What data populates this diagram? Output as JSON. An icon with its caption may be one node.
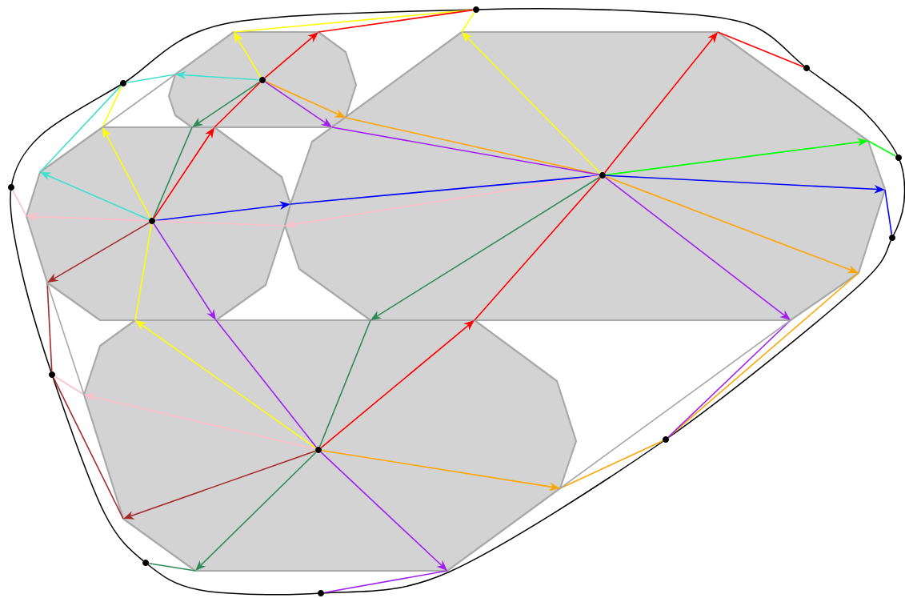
{
  "diagram": {
    "nodes": [
      {
        "text": [],
        "shape": "polygon"
      },
      {
        "text": [],
        "shape": "polygon"
      },
      {
        "text": [],
        "shape": "polygon"
      },
      {
        "text": [],
        "shape": "polygon"
      },
      {
        "text": [],
        "shape": "circle",
        "in": 0
      },
      {
        "text": [],
        "shape": "circle",
        "in": 1
      },
      {
        "text": [],
        "shape": "circle",
        "in": 2
      },
      {
        "text": [],
        "shape": "circle",
        "in": 3
      },
      {
        "text": [],
        "shape": "circle"
      },
      {
        "text": [],
        "shape": "circle"
      },
      {
        "text": [],
        "shape": "circle"
      },
      {
        "text": [],
        "shape": "circle"
      },
      {
        "text": [],
        "shape": "circle"
      },
      {
        "text": [],
        "shape": "circle"
      },
      {
        "text": [],
        "shape": "circle"
      },
      {
        "text": [],
        "shape": "circle"
      },
      {
        "text": [],
        "shape": "circle"
      },
      {
        "text": [],
        "shape": "circle"
      }
    ],
    "edges": [
      {
        "from": 4,
        "to": 0,
        "arrow": "to",
        "color": "#ffff00"
      },
      {
        "from": 8,
        "to": 0,
        "arrow": "none",
        "color": "#ffff00"
      },
      {
        "from": 4,
        "to": 0,
        "arrow": "to",
        "color": "#ff0000"
      },
      {
        "from": 8,
        "to": 0,
        "arrow": "none",
        "color": "#ff0000"
      },
      {
        "from": 4,
        "to": 0,
        "arrow": "to",
        "color": "#40e0d0"
      },
      {
        "from": 17,
        "to": 0,
        "arrow": "none",
        "color": "#40e0d0"
      },
      {
        "from": 4,
        "to": 0,
        "arrow": "to",
        "color": "#ffa500"
      },
      {
        "from": 6,
        "to": 0,
        "arrow": "none",
        "color": "#ffa500"
      },
      {
        "from": 4,
        "to": 0,
        "arrow": "to",
        "color": "#a020f0"
      },
      {
        "from": 6,
        "to": 0,
        "arrow": "none",
        "color": "#a020f0"
      },
      {
        "from": 4,
        "to": 0,
        "arrow": "to",
        "color": "#2e8b57"
      },
      {
        "from": 5,
        "to": 0,
        "arrow": "none",
        "color": "#2e8b57"
      },
      {
        "from": 5,
        "to": 1,
        "arrow": "to",
        "color": "#ff0000"
      },
      {
        "from": 4,
        "to": 1,
        "arrow": "none",
        "color": "#ff0000"
      },
      {
        "from": 5,
        "to": 1,
        "arrow": "to",
        "color": "#40e0d0"
      },
      {
        "from": 17,
        "to": 1,
        "arrow": "none",
        "color": "#40e0d0"
      },
      {
        "from": 5,
        "to": 1,
        "arrow": "to",
        "color": "#ffff00"
      },
      {
        "from": 17,
        "to": 1,
        "arrow": "none",
        "color": "#ffff00"
      },
      {
        "from": 5,
        "to": 2,
        "arrow": "to",
        "color": "#0000ff"
      },
      {
        "from": 6,
        "to": 2,
        "arrow": "none",
        "color": "#0000ff"
      },
      {
        "from": 5,
        "to": 1,
        "arrow": "to",
        "color": "#ffc0cb"
      },
      {
        "from": 16,
        "to": 1,
        "arrow": "none",
        "color": "#ffc0cb"
      },
      {
        "from": 5,
        "to": 1,
        "arrow": "to",
        "color": "#a52a2a"
      },
      {
        "from": 15,
        "to": 1,
        "arrow": "none",
        "color": "#a52a2a"
      },
      {
        "from": 5,
        "to": 1,
        "arrow": "to",
        "color": "#a020f0"
      },
      {
        "from": 7,
        "to": 1,
        "arrow": "none",
        "color": "#a020f0"
      },
      {
        "from": 7,
        "to": 3,
        "arrow": "to",
        "color": "#ffff00"
      },
      {
        "from": 5,
        "to": 3,
        "arrow": "none",
        "color": "#ffff00"
      },
      {
        "from": 6,
        "to": 2,
        "arrow": "to",
        "color": "#ffff00"
      },
      {
        "from": 8,
        "to": 2,
        "arrow": "none",
        "color": "#ffff00"
      },
      {
        "from": 6,
        "to": 2,
        "arrow": "to",
        "color": "#ff0000"
      },
      {
        "from": 9,
        "to": 2,
        "arrow": "none",
        "color": "#ff0000"
      },
      {
        "from": 6,
        "to": 2,
        "arrow": "to",
        "color": "#00ff00"
      },
      {
        "from": 10,
        "to": 2,
        "arrow": "none",
        "color": "#00ff00"
      },
      {
        "from": 6,
        "to": 2,
        "arrow": "to",
        "color": "#0000ff"
      },
      {
        "from": 11,
        "to": 2,
        "arrow": "none",
        "color": "#0000ff"
      },
      {
        "from": 6,
        "to": 2,
        "arrow": "to",
        "color": "#ffa500"
      },
      {
        "from": 12,
        "to": 2,
        "arrow": "none",
        "color": "#ffa500"
      },
      {
        "from": 6,
        "to": 2,
        "arrow": "to",
        "color": "#a020f0"
      },
      {
        "from": 12,
        "to": 2,
        "arrow": "none",
        "color": "#a020f0"
      },
      {
        "from": 6,
        "to": 2,
        "arrow": "to",
        "color": "#2e8b57"
      },
      {
        "from": 7,
        "to": 2,
        "arrow": "none",
        "color": "#2e8b57"
      },
      {
        "from": 6,
        "to": 1,
        "arrow": "to",
        "color": "#ffc0cb"
      },
      {
        "from": 5,
        "to": 1,
        "arrow": "none",
        "color": "#ffc0cb"
      },
      {
        "from": 7,
        "to": 3,
        "arrow": "to",
        "color": "#ff0000"
      },
      {
        "from": 6,
        "to": 3,
        "arrow": "none",
        "color": "#ff0000"
      },
      {
        "from": 7,
        "to": 3,
        "arrow": "to",
        "color": "#ffa500"
      },
      {
        "from": 12,
        "to": 3,
        "arrow": "none",
        "color": "#ffa500"
      },
      {
        "from": 7,
        "to": 3,
        "arrow": "to",
        "color": "#a020f0"
      },
      {
        "from": 13,
        "to": 3,
        "arrow": "none",
        "color": "#a020f0"
      },
      {
        "from": 7,
        "to": 3,
        "arrow": "to",
        "color": "#2e8b57"
      },
      {
        "from": 14,
        "to": 3,
        "arrow": "none",
        "color": "#2e8b57"
      },
      {
        "from": 7,
        "to": 3,
        "arrow": "to",
        "color": "#a52a2a"
      },
      {
        "from": 15,
        "to": 3,
        "arrow": "none",
        "color": "#a52a2a"
      },
      {
        "from": 7,
        "to": 3,
        "arrow": "to",
        "color": "#ffc0cb"
      },
      {
        "from": 15,
        "to": 3,
        "arrow": "none",
        "color": "#ffc0cb"
      },
      {
        "from": 0,
        "to": 1,
        "arrow": "none",
        "color": "#a9a9a9"
      },
      {
        "from": 1,
        "to": 3,
        "arrow": "none",
        "color": "#a9a9a9"
      },
      {
        "from": 2,
        "to": 3,
        "arrow": "none",
        "color": "#a9a9a9"
      }
    ]
  }
}
